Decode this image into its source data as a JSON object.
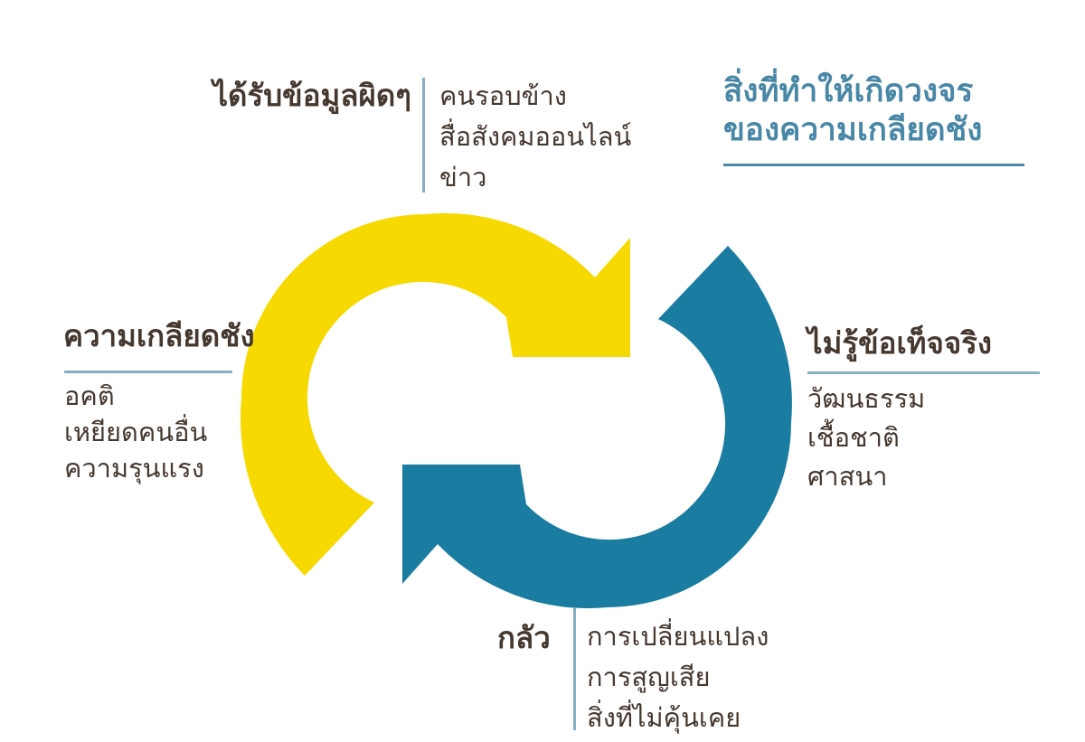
{
  "title": {
    "line1": "สิ่งที่ทำให้เกิดวงจร",
    "line2": "ของความเกลียดชัง"
  },
  "sections": {
    "misinformation": {
      "header": "ได้รับข้อมูลผิดๆ",
      "items": [
        "คนรอบข้าง",
        "สื่อสังคมออนไลน์",
        "ข่าว"
      ]
    },
    "ignorance": {
      "header": "ไม่รู้ข้อเท็จจริง",
      "items": [
        "วัฒนธรรม",
        "เชื้อชาติ",
        "ศาสนา"
      ]
    },
    "fear": {
      "header": "กลัว",
      "items": [
        "การเปลี่ยนแปลง",
        "การสูญเสีย",
        "สิ่งที่ไม่คุ้นเคย"
      ]
    },
    "hatred": {
      "header": "ความเกลียดชัง",
      "items": [
        "อคติ",
        "เหยียดคนอื่น",
        "ความรุนแรง"
      ]
    }
  },
  "colors": {
    "arrow_yellow": "#F6D900",
    "arrow_blue": "#1B7CA1",
    "title_blue": "#4987A6",
    "divider_blue": "#87AFC4",
    "text_dark": "#45382F"
  }
}
